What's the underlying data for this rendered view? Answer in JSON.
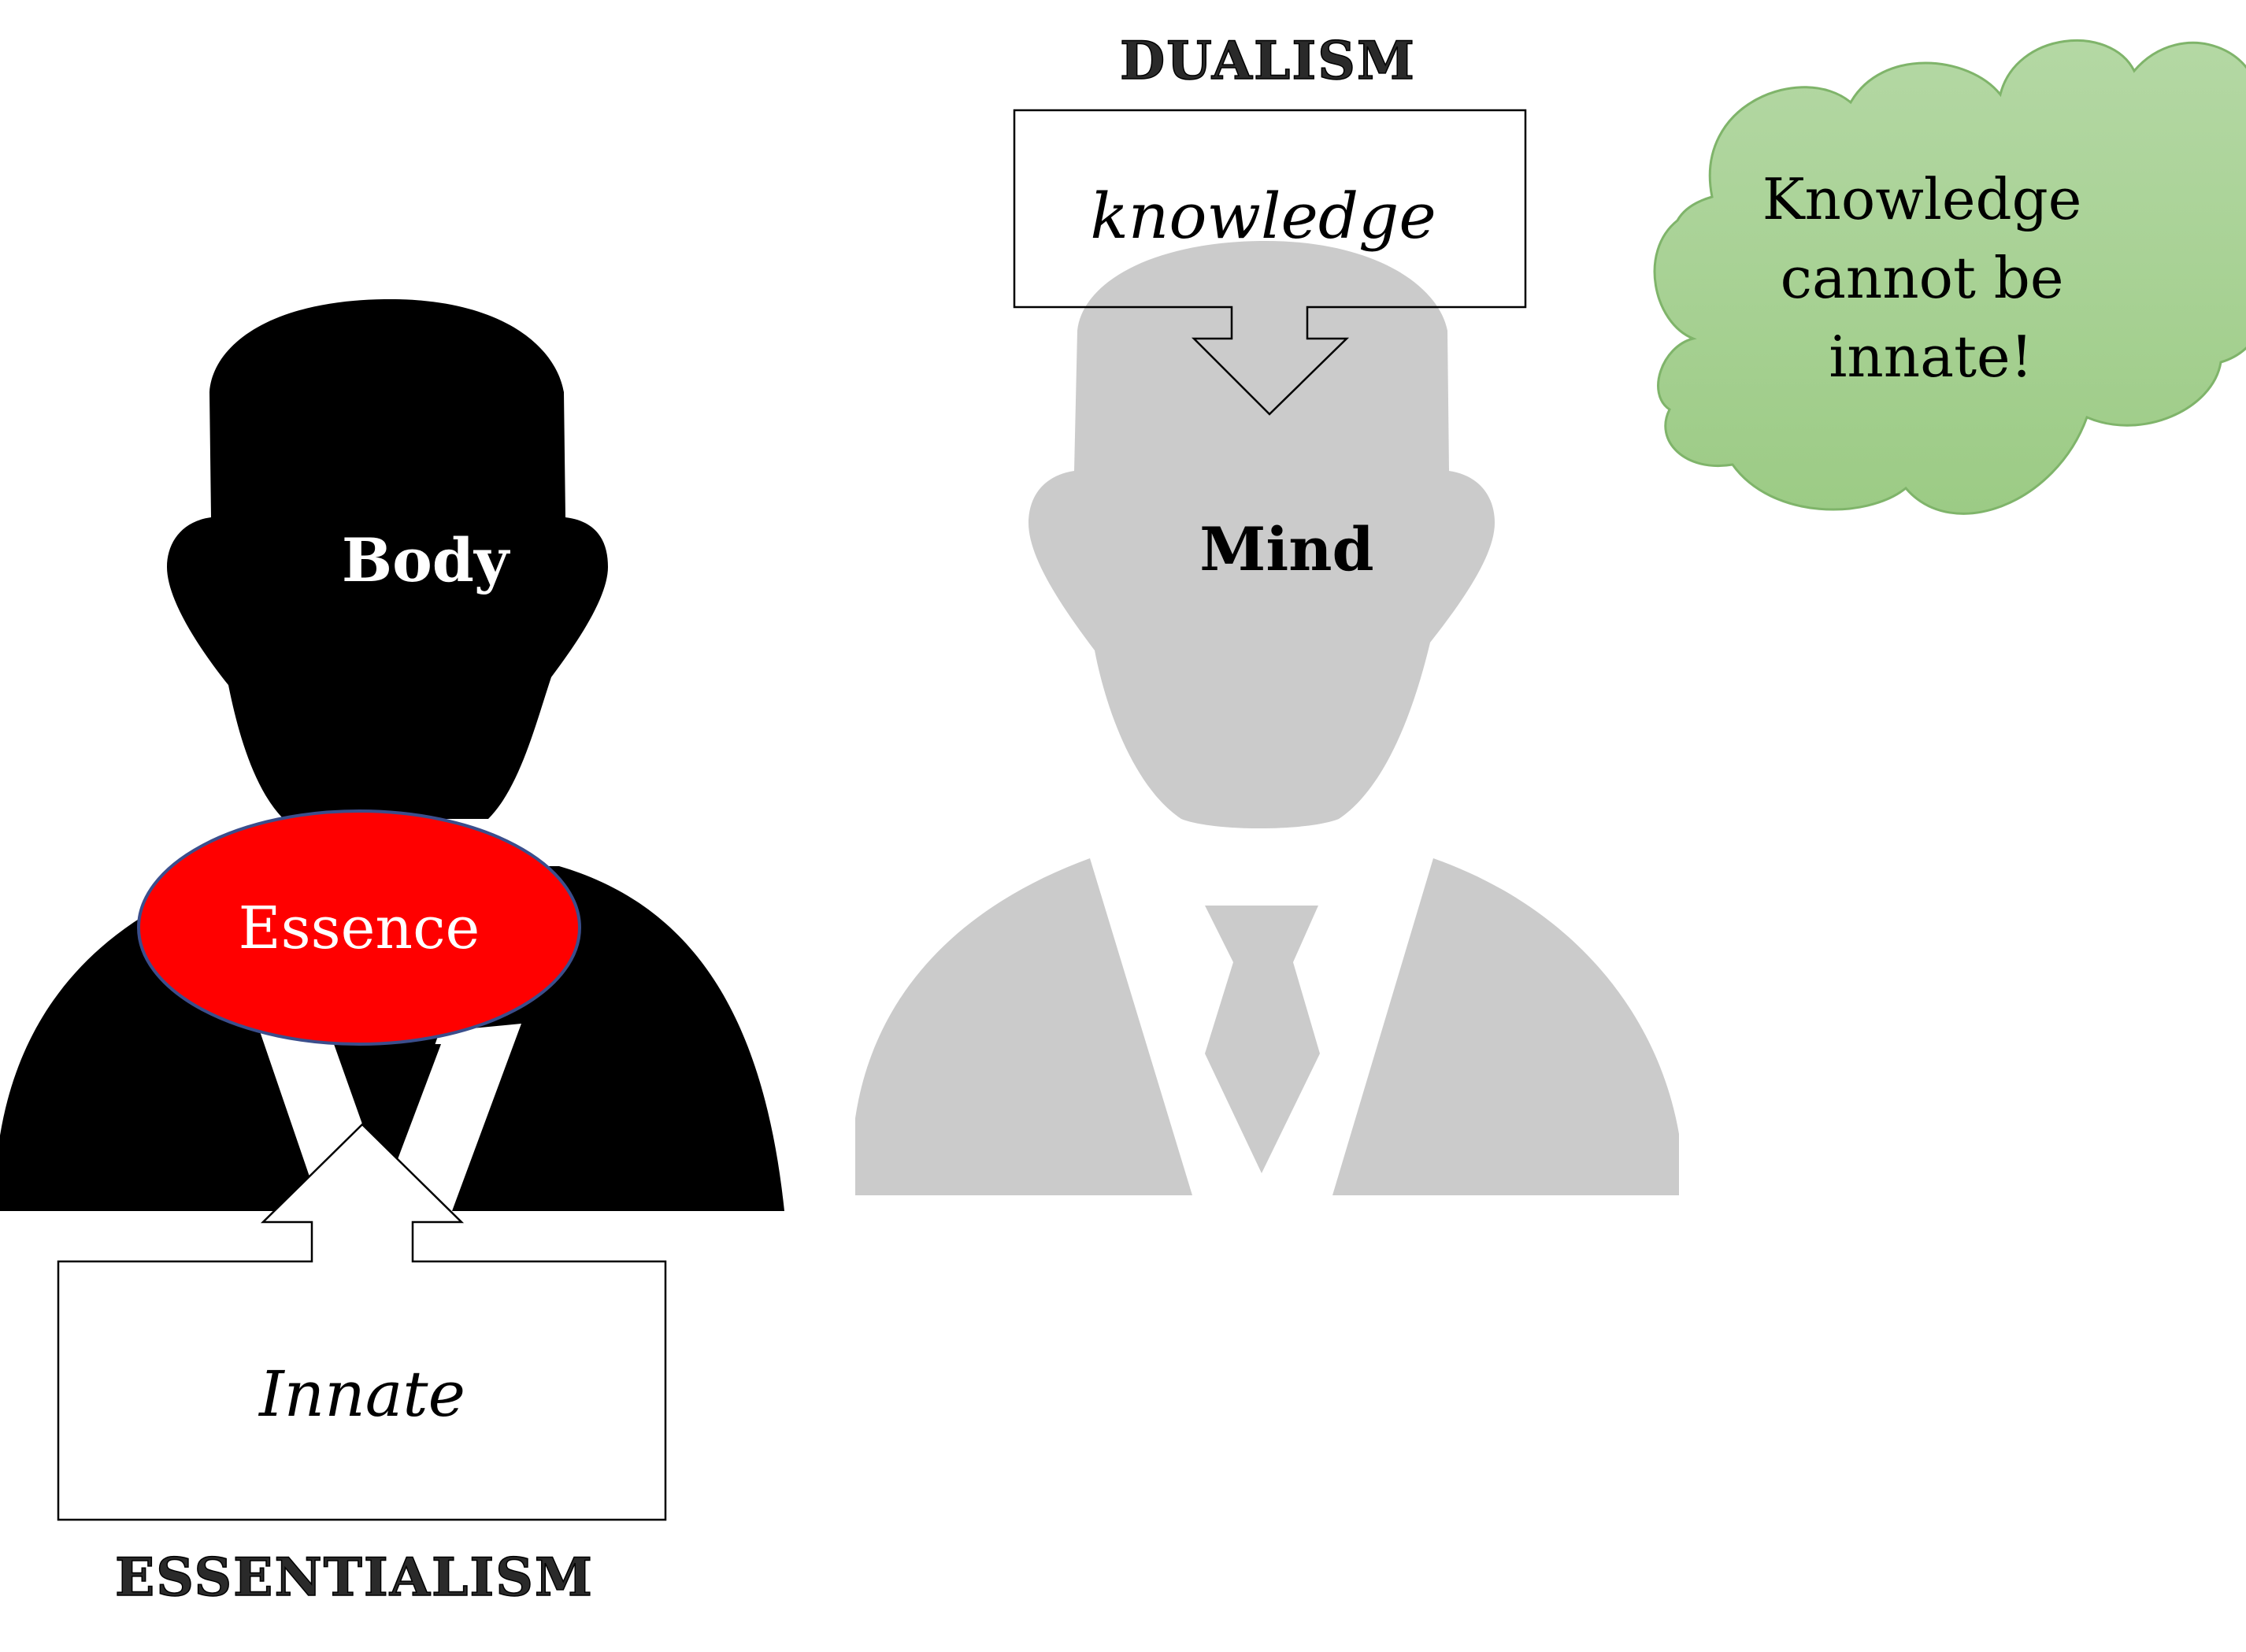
{
  "dualism": {
    "title": "DUALISM",
    "box_label": "knowledge",
    "figure_label": "Mind"
  },
  "essentialism": {
    "title": "ESSENTIALISM",
    "box_label": "Innate",
    "figure_label": "Body",
    "essence_label": "Essence"
  },
  "callout": {
    "lines": [
      "Knowledge",
      "cannot be",
      "innate!"
    ]
  },
  "colors": {
    "body_figure": "#000000",
    "mind_figure": "#cbcbcb",
    "essence_fill": "#ff0000",
    "essence_stroke": "#3b4e8c",
    "cloud_top": "#b4d8a4",
    "cloud_bottom": "#9ccb85",
    "cloud_stroke": "#7fb46a"
  }
}
